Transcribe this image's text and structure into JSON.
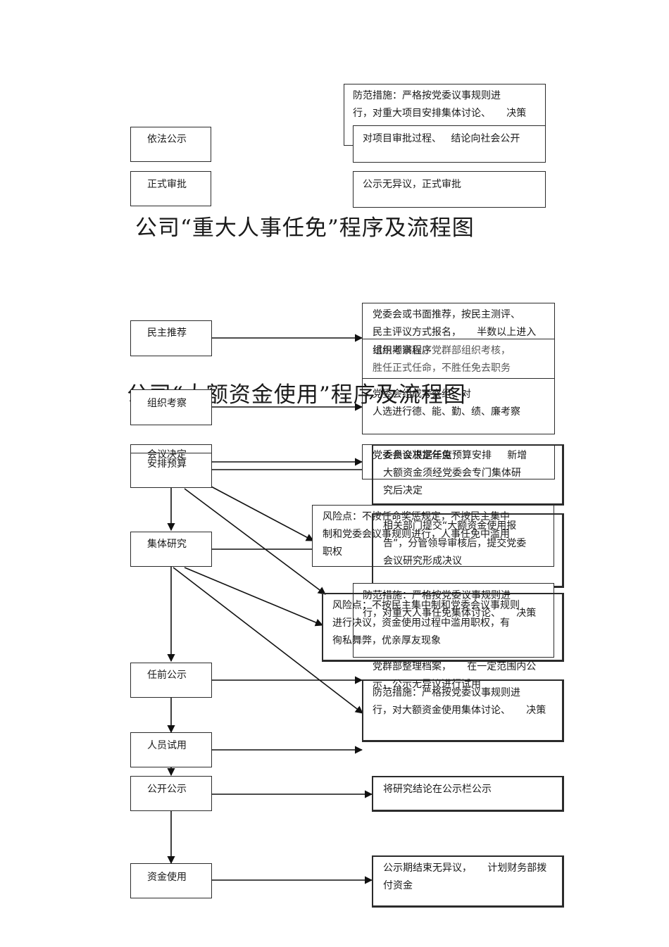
{
  "top_section": {
    "nodes": [
      "依法公示",
      "正式审批"
    ],
    "texts": {
      "preventive_1": "防范措施：严格按党委议事规则进\n行，对重大项目安排集体讨论、     决策",
      "publicize_1": "对项目审批过程、   结论向社会公开",
      "approve_1": "公示无异议，正式审批"
    }
  },
  "titles": {
    "personnel": "公司“重大人事任免”程序及流程图",
    "funds": "公司“大额资金使用”程序及流程图"
  },
  "personnel_flow": {
    "nodes": [
      "民主推荐",
      "组织考察",
      "会议决定"
    ],
    "texts": {
      "recommend": "党委会或书面推荐，按民主测评、\n民主评议方式报名，     半数以上进入",
      "procedure": "组织考察程序",
      "formal": "试用期满后，党群部组织考核，\n胜任正式任命，不胜任免去职务",
      "inspect": "党委会组成考察组，对\n人选进行德、能、勤、绩、廉考察",
      "decide": "党委会议决定任免",
      "risk": "风险点：不按任命奖惩规定，不按民主集中\n制和党委会议事规则进行，人事任免中滥用\n职权",
      "preventive": "防范措施：严格按党委议事规则进\n行，对重大人事任免集体讨论、     决策",
      "archive": "党群部整理档案，     在一定范围内公\n示，公示无异议进行试用"
    }
  },
  "funds_flow": {
    "nodes": [
      "安排预算",
      "集体研究",
      "任前公示",
      "人员试用",
      "公开公示",
      "资金使用"
    ],
    "texts": {
      "budget": "委员会根据年度预算安排     新增\n大额资金须经党委会专门集体研\n究后决定",
      "research": "相关部门提交“大额资金使用报\n告”，分管领导审核后，提交党委\n会议研究形成决议",
      "risk": "风险点：不按民主集中制和党委会议事规则\n进行决议，资金使用过程中滥用职权，有\n徇私舞弊，优亲厚友现象",
      "preventive": "防范措施：严格按党委议事规则进\n行，对大额资金使用集体讨论、     决策",
      "publicize": "将研究结论在公示栏公示",
      "use": "公示期结束无异议，     计划财务部拨\n付资金"
    }
  }
}
